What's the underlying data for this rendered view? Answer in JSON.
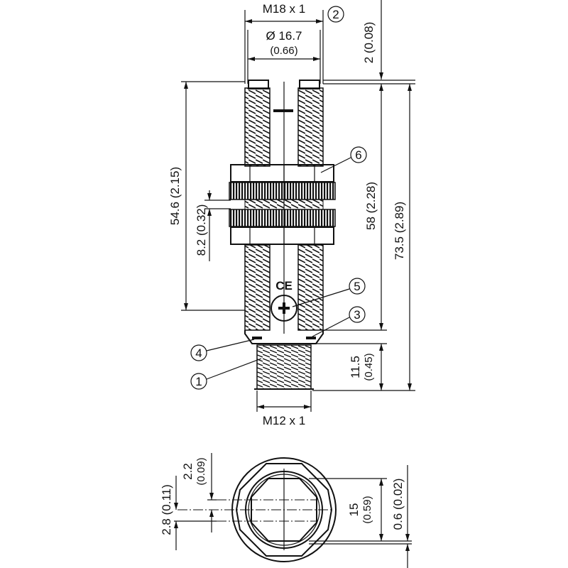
{
  "title": "Dimensional drawing M18 sensor",
  "top_dims": {
    "thread": "M18 x 1",
    "diameter": "Ø 16.7",
    "diameter_in": "(0.66)",
    "gap": "2 (0.08)"
  },
  "side_dims": {
    "thread_len": "54.6 (2.15)",
    "nut": "8.2 (0.32)",
    "body_len": "58 (2.28)",
    "total_len": "73.5 (2.89)",
    "conn_len": "11.5",
    "conn_len_in": "(0.45)",
    "conn_thread": "M12 x 1"
  },
  "callouts": [
    "1",
    "2",
    "3",
    "4",
    "5",
    "6"
  ],
  "marking": "CE",
  "front_dims": {
    "a": "2.2",
    "a_in": "(0.09)",
    "b": "2.8 (0.11)",
    "c": "15",
    "c_in": "(0.59)",
    "d": "0.6 (0.02)"
  }
}
